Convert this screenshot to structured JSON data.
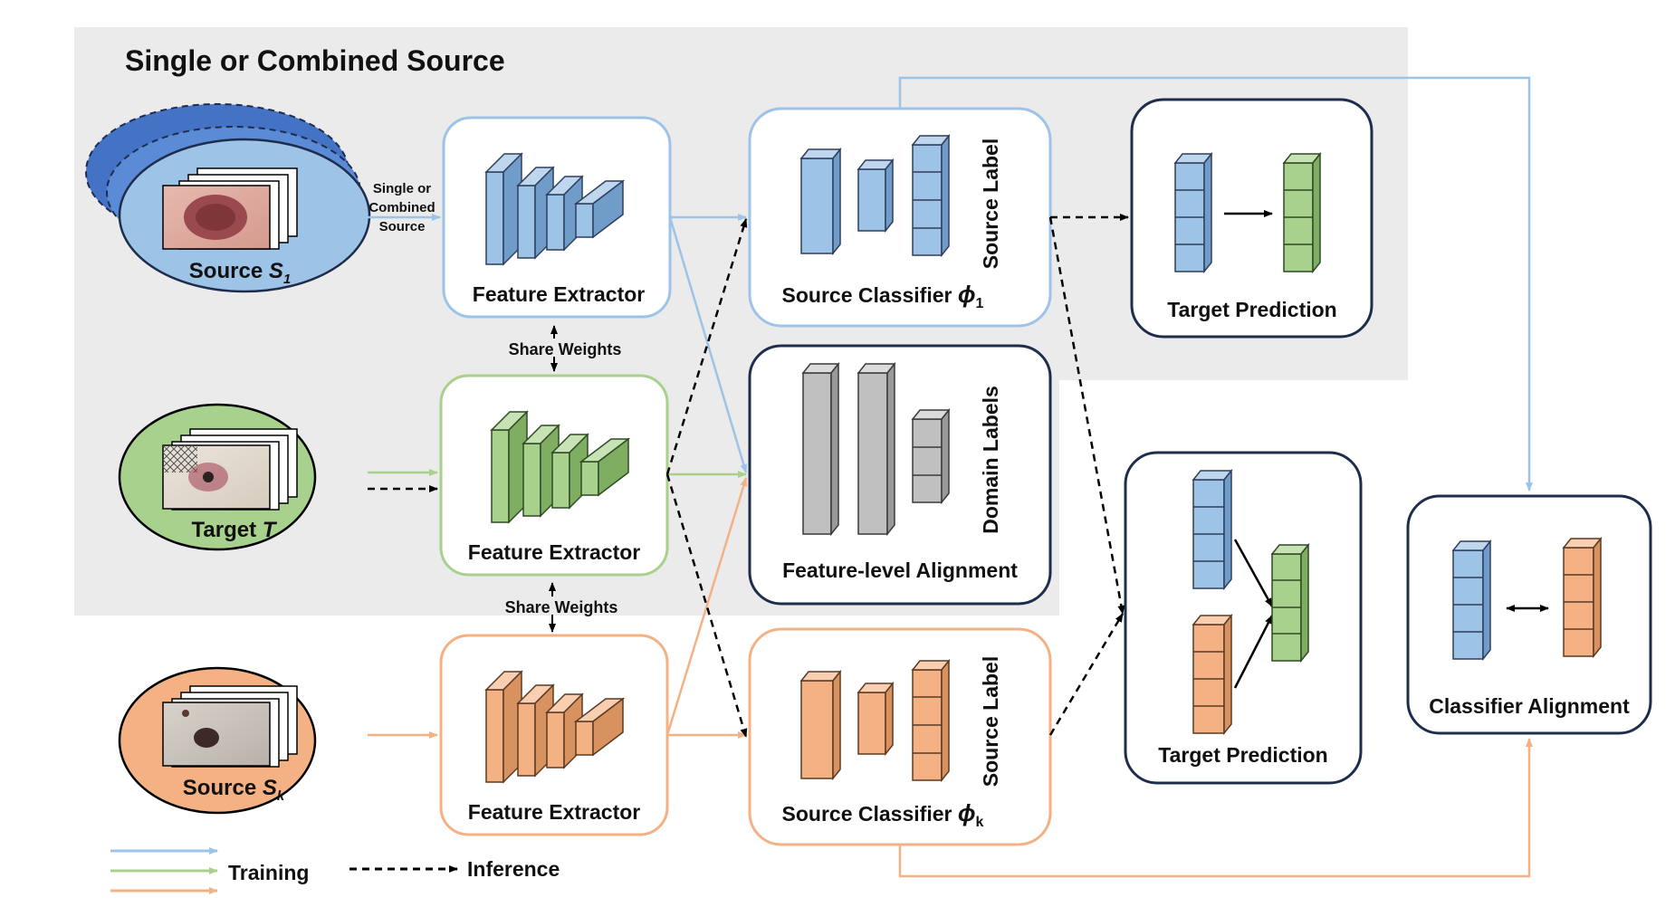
{
  "region": {
    "title": "Single or Combined Source"
  },
  "inputs": {
    "source1": {
      "label_prefix": "Source ",
      "label_sub": "S",
      "label_index": "1"
    },
    "target": {
      "label_prefix": "Target ",
      "label_sub": "T"
    },
    "sourcek": {
      "label_prefix": "Source ",
      "label_sub": "S",
      "label_index": "k"
    }
  },
  "single_or_combined": {
    "line1": "Single or",
    "line2": "Combined",
    "line3": "Source"
  },
  "feature_extractor": {
    "label": "Feature Extractor"
  },
  "share_weights": "Share Weights",
  "source_classifier_1": {
    "label": "Source Classifier ",
    "symbol": "ϕ",
    "index": "1",
    "side": "Source Label"
  },
  "source_classifier_k": {
    "label": "Source Classifier ",
    "symbol": "ϕ",
    "index": "k",
    "side": "Source Label"
  },
  "feature_alignment": {
    "label": "Feature-level Alignment",
    "side": "Domain Labels"
  },
  "target_prediction_top": {
    "label": "Target Prediction"
  },
  "target_prediction_mid": {
    "label": "Target Prediction"
  },
  "classifier_alignment": {
    "label": "Classifier Alignment"
  },
  "legend": {
    "training": "Training",
    "inference": "Inference"
  },
  "colors": {
    "blue": "#9dc3e6",
    "green": "#a9d18e",
    "orange": "#f4b183",
    "gray": "#c0c0c0",
    "navy": "#1f2d4d",
    "region": "#ebebeb"
  }
}
